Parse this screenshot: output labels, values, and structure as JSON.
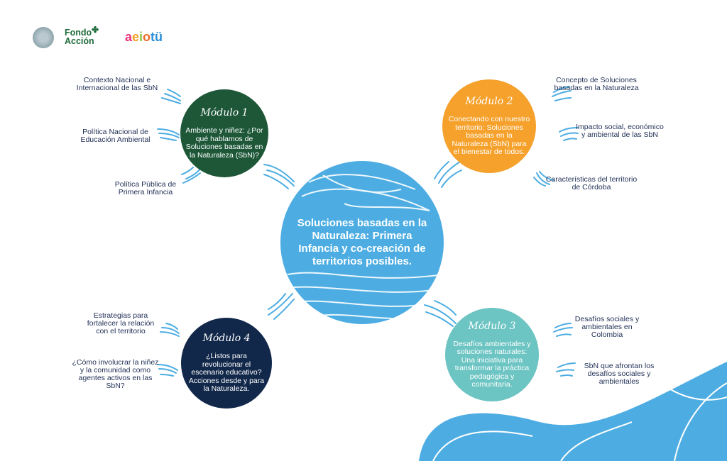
{
  "logos": {
    "fondo_accion": "Fondo\nAcción",
    "aeiotu": [
      "a",
      "e",
      "i",
      "o",
      "tü"
    ]
  },
  "center": {
    "title": "Soluciones basadas en la Naturaleza: Primera Infancia y co-creación de territorios posibles."
  },
  "modules": [
    {
      "title": "Módulo 1",
      "description": "Ambiente y niñez: ¿Por qué hablamos de Soluciones basadas en la Naturaleza (SbN)?",
      "color": "#1d5738",
      "topics": [
        "Contexto Nacional e Internacional de las SbN",
        "Política Nacional de Educación Ambiental",
        "Política Pública de Primera Infancia"
      ]
    },
    {
      "title": "Módulo 2",
      "description": "Conectando con nuestro territorio: Soluciones basadas en la Naturaleza (SbN) para el bienestar de todos.",
      "color": "#f5a12b",
      "topics": [
        "Concepto de Soluciones basadas en la Naturaleza",
        "Impacto social, económico y ambiental de las SbN",
        "Características del territorio de Córdoba"
      ]
    },
    {
      "title": "Módulo 3",
      "description": "Desafíos ambientales y soluciones naturales: Una iniciativa para transformar la práctica pedagógica y comunitaria.",
      "color": "#6cc4c3",
      "topics": [
        "Desafíos sociales y ambientales en Colombia",
        "SbN que afrontan los desafíos sociales y ambientales"
      ]
    },
    {
      "title": "Módulo 4",
      "description": "¿Listos para revolucionar el escenario educativo? Acciones desde y para la Naturaleza.",
      "color": "#12284a",
      "topics": [
        "Estrategias para fortalecer la relación con el territorio",
        "¿Cómo involucrar la niñez y la comunidad como agentes activos en las SbN?"
      ]
    }
  ],
  "colors": {
    "accent_blue": "#4dade2",
    "text": "#1f2f55"
  }
}
